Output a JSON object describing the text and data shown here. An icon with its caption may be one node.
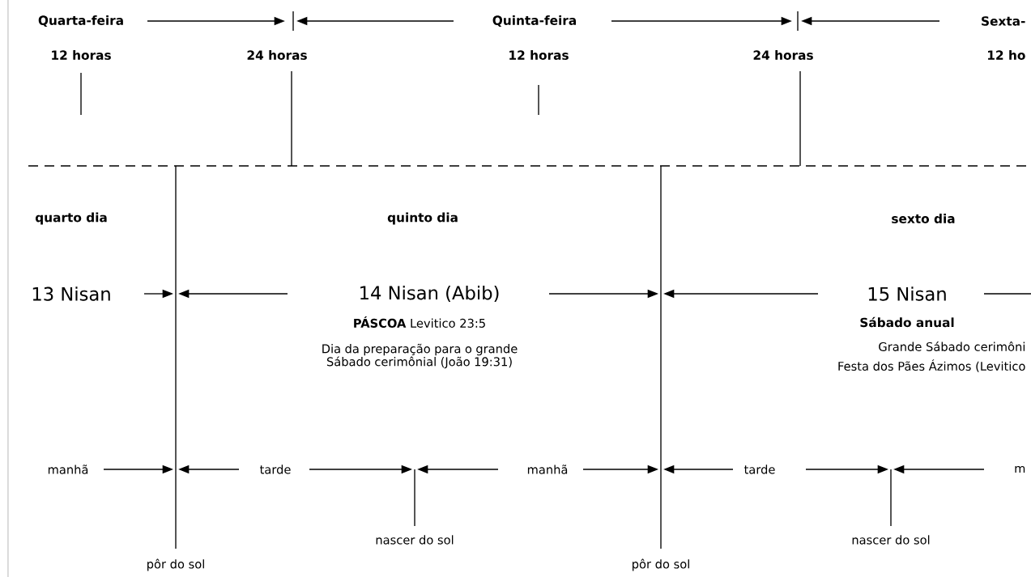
{
  "diagram": {
    "labels": [
      "Quarta-feira",
      "Quinta-feira",
      "Sexta-",
      "12 horas",
      "24 horas",
      "12 horas",
      "24 horas",
      "12 ho",
      "quarto dia",
      "quinto dia",
      "sexto dia",
      "13 Nisan",
      "14 Nisan (Abib)",
      "15 Nisan",
      "**PÁSCOA** Levitico 23:5",
      "Dia da preparação para o grande Sábado cerimônial (João 19:31)",
      "Sábado anual",
      "Grande Sábado cerimôni",
      "Festa dos Pães Ázimos (Levitico",
      "manhã",
      "tarde",
      "manhã",
      "tarde",
      "m",
      "nascer do sol",
      "nascer do sol",
      "pôr do sol",
      "pôr do sol"
    ]
  }
}
